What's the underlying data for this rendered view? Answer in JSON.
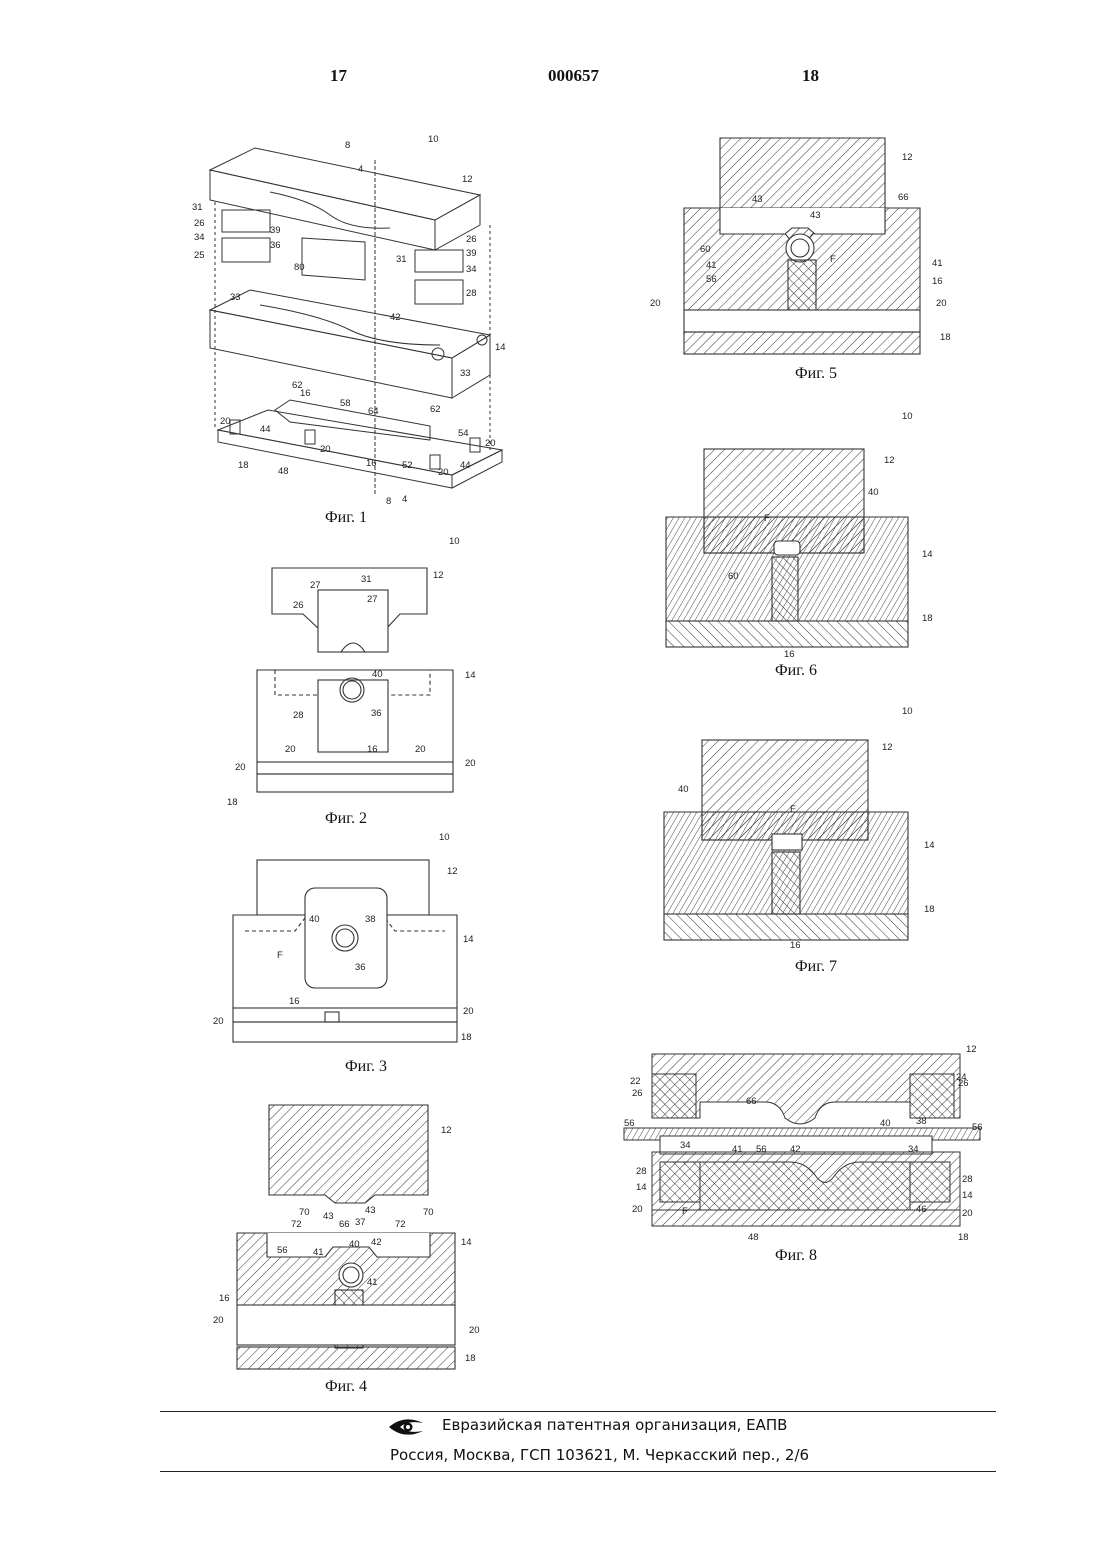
{
  "header": {
    "page_left": "17",
    "doc_number": "000657",
    "page_right": "18"
  },
  "figures": {
    "fig1": {
      "caption": "Фиг. 1",
      "labels": [
        "10",
        "8",
        "4",
        "12",
        "31",
        "26",
        "39",
        "34",
        "36",
        "25",
        "31",
        "26",
        "39",
        "34",
        "28",
        "80",
        "33",
        "42",
        "14",
        "33",
        "62",
        "16",
        "58",
        "64",
        "62",
        "54",
        "20",
        "20",
        "44",
        "20",
        "16",
        "52",
        "20",
        "44",
        "18",
        "48",
        "8",
        "4"
      ]
    },
    "fig2": {
      "caption": "Фиг. 2",
      "labels": [
        "10",
        "12",
        "31",
        "27",
        "27",
        "26",
        "40",
        "14",
        "28",
        "36",
        "20",
        "16",
        "20",
        "20",
        "20",
        "18"
      ]
    },
    "fig3": {
      "caption": "Фиг. 3",
      "labels": [
        "10",
        "12",
        "40",
        "38",
        "F",
        "36",
        "14",
        "16",
        "20",
        "20",
        "18"
      ]
    },
    "fig4": {
      "caption": "Фиг. 4",
      "labels": [
        "12",
        "70",
        "43",
        "66",
        "37",
        "43",
        "70",
        "72",
        "72",
        "56",
        "41",
        "40",
        "42",
        "14",
        "41",
        "16",
        "20",
        "20",
        "18"
      ]
    },
    "fig5": {
      "caption": "Фиг. 5",
      "labels": [
        "12",
        "43",
        "43",
        "66",
        "60",
        "41",
        "F",
        "41",
        "56",
        "16",
        "20",
        "20",
        "18"
      ]
    },
    "fig6": {
      "caption": "Фиг. 6",
      "labels": [
        "10",
        "12",
        "40",
        "F",
        "60",
        "14",
        "18",
        "16"
      ]
    },
    "fig7": {
      "caption": "Фиг. 7",
      "labels": [
        "10",
        "12",
        "40",
        "F",
        "14",
        "18",
        "16"
      ]
    },
    "fig8": {
      "caption": "Фиг. 8",
      "labels": [
        "12",
        "22",
        "24",
        "26",
        "26",
        "66",
        "38",
        "56",
        "40",
        "56",
        "34",
        "41",
        "56",
        "42",
        "34",
        "28",
        "28",
        "14",
        "14",
        "20",
        "F",
        "46",
        "20",
        "48",
        "18"
      ]
    }
  },
  "footer": {
    "org": "Евразийская патентная организация, ЕАПВ",
    "address": "Россия, Москва, ГСП 103621, М. Черкасский пер., 2/6"
  }
}
